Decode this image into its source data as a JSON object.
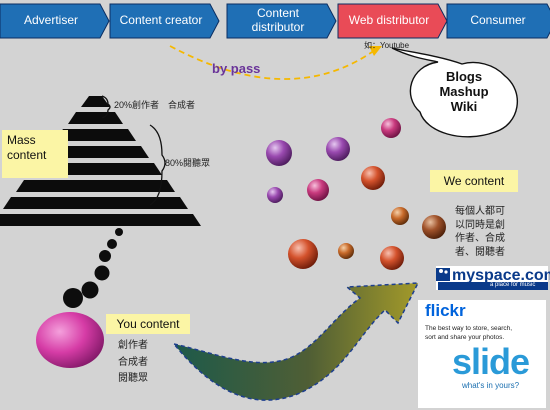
{
  "chain": {
    "steps": [
      {
        "label": "Advertiser"
      },
      {
        "label": "Content creator"
      },
      {
        "label": "Content distributor"
      },
      {
        "label": "Web distributor",
        "highlight": true
      },
      {
        "label": "Consumer"
      }
    ],
    "colors": {
      "normal": "#1f6fb5",
      "highlight": "#e94b57"
    }
  },
  "bypass_label": "by pass",
  "speech": {
    "example": "如：Youtube",
    "lines": [
      "Blogs",
      "Mashup",
      "Wiki"
    ]
  },
  "pyramid": {
    "top_label": "20%創作者　合成者",
    "bottom_label": "80%閱聽眾",
    "mass_label": "Mass content"
  },
  "we_content": {
    "label": "We content",
    "desc_lines": [
      "每個人都可",
      "以同時是創",
      "作者、合成",
      "者、閱聽者"
    ]
  },
  "you_content": {
    "label": "You content",
    "roles": [
      "創作者",
      "合成者",
      "閱聽眾"
    ]
  },
  "logos": {
    "myspace": {
      "name": "myspace.com",
      "tagline": "a place for music"
    },
    "flickr": {
      "name": "flickr",
      "tagline_lines": [
        "The best way to store, search,",
        "sort and share your photos."
      ]
    },
    "slide": {
      "name": "slide",
      "tagline": "what's in yours?"
    }
  }
}
